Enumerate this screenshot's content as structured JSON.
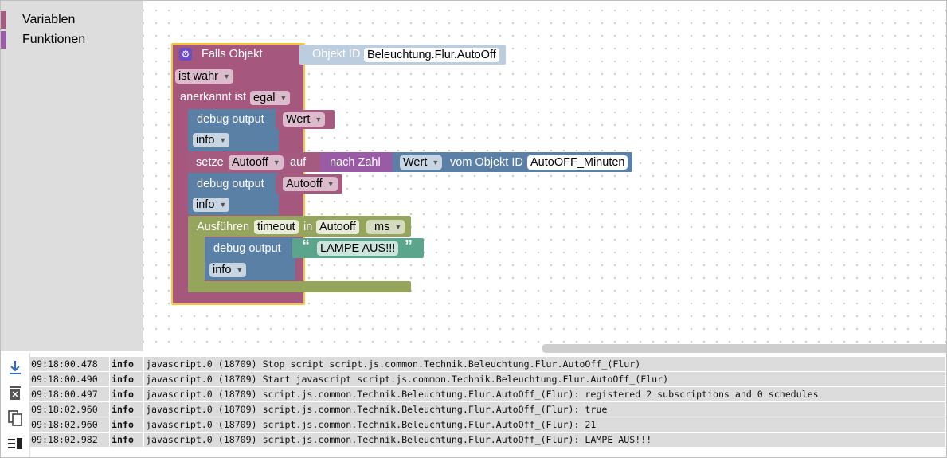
{
  "toolbox": {
    "categories": [
      {
        "label": "Variablen",
        "color": "#a55b80"
      },
      {
        "label": "Funktionen",
        "color": "#995ba5"
      }
    ]
  },
  "blocks": {
    "trigger": {
      "title": "Falls Objekt",
      "condition": "ist wahr",
      "ack_label": "anerkannt ist",
      "ack_value": "egal"
    },
    "objekt_id": {
      "label": "Objekt ID",
      "value": "Beleuchtung.Flur.AutoOff"
    },
    "debug1": {
      "label": "debug output",
      "var": "Wert",
      "level": "info"
    },
    "setze": {
      "label": "setze",
      "var": "Autooff",
      "auf": "auf"
    },
    "nach_zahl": {
      "label": "nach Zahl"
    },
    "wert_obj": {
      "var": "Wert",
      "label": "vom Objekt ID",
      "id": "AutoOFF_Minuten"
    },
    "debug2": {
      "label": "debug output",
      "var": "Autooff",
      "level": "info"
    },
    "ausfuehren": {
      "label": "Ausführen",
      "name": "timeout",
      "in": "in",
      "var": "Autooff",
      "unit": "ms"
    },
    "debug3": {
      "label": "debug output",
      "text": "LAMPE AUS!!!",
      "level": "info",
      "quote_open": "“",
      "quote_close": "”"
    }
  },
  "log": {
    "rows": [
      {
        "time": "09:18:00.478",
        "severity": "info",
        "message": "javascript.0 (18709) Stop script script.js.common.Technik.Beleuchtung.Flur.AutoOff_(Flur)"
      },
      {
        "time": "09:18:00.490",
        "severity": "info",
        "message": "javascript.0 (18709) Start javascript script.js.common.Technik.Beleuchtung.Flur.AutoOff_(Flur)"
      },
      {
        "time": "09:18:00.497",
        "severity": "info",
        "message": "javascript.0 (18709) script.js.common.Technik.Beleuchtung.Flur.AutoOff_(Flur): registered 2 subscriptions and 0 schedules"
      },
      {
        "time": "09:18:02.960",
        "severity": "info",
        "message": "javascript.0 (18709) script.js.common.Technik.Beleuchtung.Flur.AutoOff_(Flur): true"
      },
      {
        "time": "09:18:02.960",
        "severity": "info",
        "message": "javascript.0 (18709) script.js.common.Technik.Beleuchtung.Flur.AutoOff_(Flur): 21"
      },
      {
        "time": "09:18:02.982",
        "severity": "info",
        "message": "javascript.0 (18709) script.js.common.Technik.Beleuchtung.Flur.AutoOff_(Flur): LAMPE AUS!!!"
      }
    ],
    "tools": [
      "scroll-down-icon",
      "clear-icon",
      "copy-icon",
      "order-icon"
    ]
  },
  "colors": {
    "trigger": "#a5577d",
    "highlight": "#fbc531",
    "debug": "#5b80a5",
    "variable": "#a55b80",
    "function": "#995ba5",
    "timeout": "#95a55b",
    "text": "#5ba58c",
    "objekt_id": "#bccde0"
  }
}
